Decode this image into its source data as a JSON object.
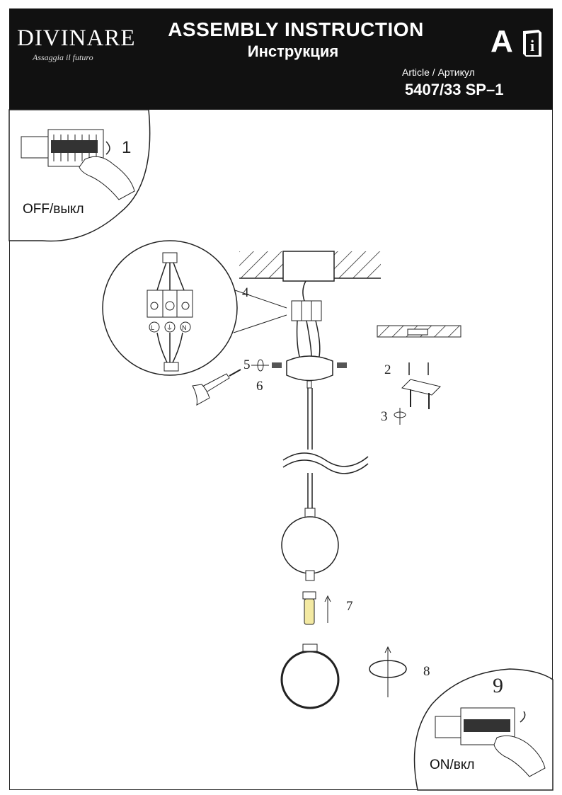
{
  "header": {
    "brand": "DIVINARE",
    "brand_tagline": "Assaggia il futuro",
    "title_en": "ASSEMBLY INSTRUCTION",
    "title_ru": "Инструкция",
    "doc_letter": "A",
    "info_glyph": "i",
    "article_label": "Article / Артикул",
    "article_number": "5407/33 SP–1"
  },
  "power_off": {
    "step": "1",
    "label": "OFF/выкл"
  },
  "power_on": {
    "step": "9",
    "label": "ON/вкл"
  },
  "terminal_labels": [
    "L",
    "⏚",
    "N"
  ],
  "steps": {
    "s2": "2",
    "s3": "3",
    "s4": "4",
    "s5": "5",
    "s6": "6",
    "s7": "7",
    "s8": "8"
  },
  "icons": {
    "info": "info-book-icon",
    "hand": "hand-icon",
    "screwdriver": "screwdriver-icon",
    "rotate": "rotate-arrow-icon"
  }
}
